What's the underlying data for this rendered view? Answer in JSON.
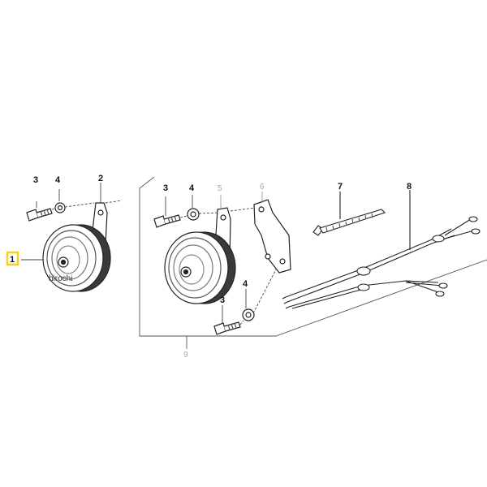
{
  "highlight_color": "#f2d21e",
  "callouts": {
    "part_1": "1",
    "part_2": "2",
    "part_3_left": "3",
    "part_4_left": "4",
    "part_3_mid": "3",
    "part_4_mid": "4",
    "part_5": "5",
    "part_6": "6",
    "part_3_low": "3",
    "part_4_low": "4",
    "part_7": "7",
    "part_8": "8",
    "part_9": "9"
  },
  "watermark": "hirochi"
}
